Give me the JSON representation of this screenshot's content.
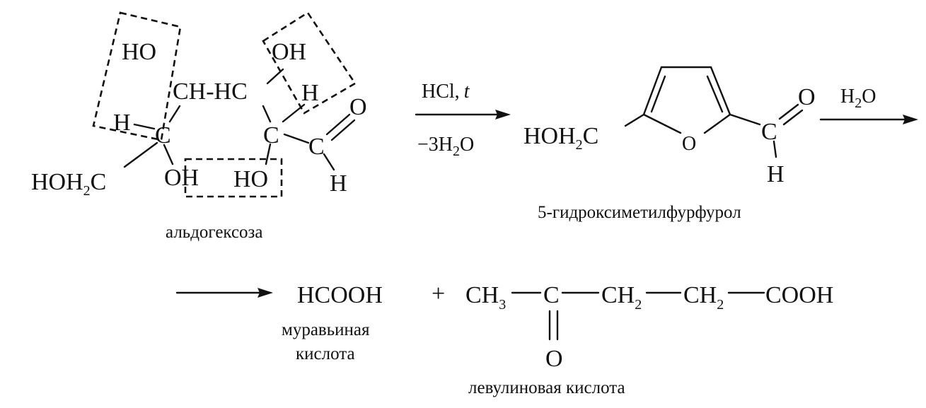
{
  "aldohexose": {
    "ho_top_left": "HO",
    "oh_top_right": "OH",
    "ch_hc": "CH-HC",
    "h_right": "H",
    "o_aldehyde": "O",
    "h_left": "H",
    "c_left": "C",
    "c_right": "C",
    "c_aldehyde": "C",
    "hoh2c_prefix": "HOH",
    "hoh2c_sub": "2",
    "hoh2c_suffix": "C",
    "oh_bottom": "OH",
    "ho_bottom": "HO",
    "h_aldehyde": "H",
    "caption": "альдогексоза"
  },
  "step1": {
    "reagent": "HCl,",
    "reagent_t": "t",
    "loss_prefix": "−3H",
    "loss_sub": "2",
    "loss_suffix": "O"
  },
  "hmf": {
    "hoh2c_prefix": "HOH",
    "hoh2c_sub": "2",
    "hoh2c_suffix": "C",
    "ring_o": "O",
    "c": "C",
    "o": "O",
    "h": "H",
    "caption": "5-гидроксиметилфурфурол"
  },
  "step2": {
    "reagent_prefix": "H",
    "reagent_sub": "2",
    "reagent_suffix": "O"
  },
  "products": {
    "formic": "HCOOH",
    "plus": "+",
    "formic_caption_1": "муравьиная",
    "formic_caption_2": "кислота",
    "ch3": "CH",
    "ch3_sub": "3",
    "c": "C",
    "ch2a": "CH",
    "ch2a_sub": "2",
    "ch2b": "CH",
    "ch2b_sub": "2",
    "cooh": "COOH",
    "o": "O",
    "levulinic_caption": "левулиновая кислота"
  }
}
